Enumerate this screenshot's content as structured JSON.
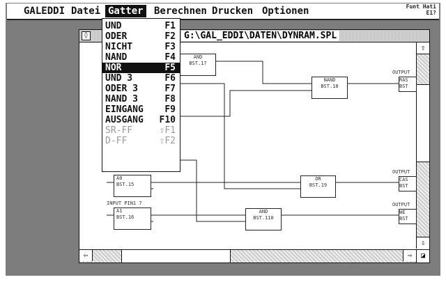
{
  "menubar": {
    "items": [
      "GALEDDI",
      "Datei",
      "Gatter",
      "Berechnen",
      "Drucken",
      "Optionen"
    ],
    "corner_top": "Funt Hati",
    "corner_bottom": "E1?"
  },
  "window": {
    "title": "G:\\GAL_EDDI\\DATEN\\DYNRAM.SPL"
  },
  "menu": {
    "items": [
      {
        "label": "UND",
        "key": "F1"
      },
      {
        "label": "ODER",
        "key": "F2"
      },
      {
        "label": "NICHT",
        "key": "F3"
      },
      {
        "label": "NAND",
        "key": "F4"
      },
      {
        "label": "NOR",
        "key": "F5"
      },
      {
        "label": "UND 3",
        "key": "F6"
      },
      {
        "label": "ODER 3",
        "key": "F7"
      },
      {
        "label": "NAND 3",
        "key": "F8"
      },
      {
        "label": "EINGANG",
        "key": "F9"
      },
      {
        "label": "AUSGANG",
        "key": "F10"
      },
      {
        "label": "SR-FF",
        "key": "⇧F1"
      },
      {
        "label": "D-FF",
        "key": "⇧F2"
      }
    ],
    "highlighted": "NOR"
  },
  "gates": {
    "and17": {
      "type": "AND",
      "id": "BST.17"
    },
    "nand18": {
      "type": "NAND",
      "id": "BST.18"
    },
    "a0": {
      "type": "A0",
      "id": "BST.15"
    },
    "a1": {
      "type": "A1",
      "id": "BST.16"
    },
    "or19": {
      "type": "OR",
      "id": "BST.19"
    },
    "and110": {
      "type": "AND",
      "id": "BST.110"
    },
    "ras": {
      "type": "RAS",
      "id": "BST"
    },
    "cas": {
      "type": "CAS",
      "id": "BST"
    },
    "we": {
      "type": "WE",
      "id": "BST"
    }
  },
  "labels": {
    "output": "OUTPUT",
    "input_pin": "INPUT PIN1 7"
  }
}
